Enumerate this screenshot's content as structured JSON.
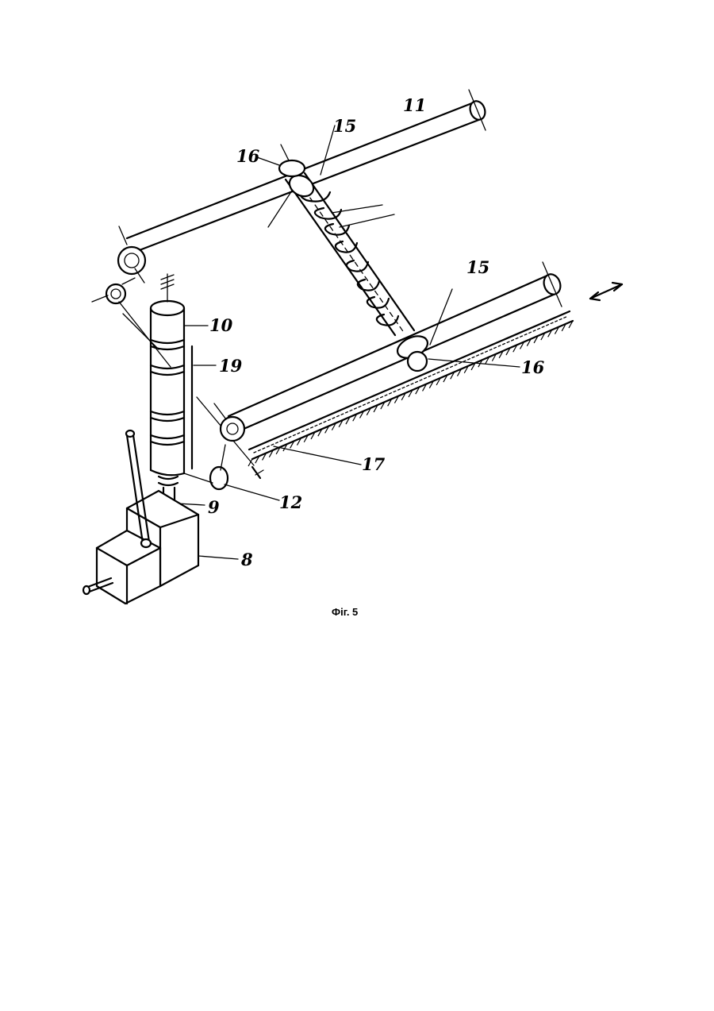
{
  "figure": {
    "caption": "Фіг. 5",
    "labels": {
      "l8": "8",
      "l9": "9",
      "l10": "10",
      "l11": "11",
      "l12": "12",
      "l15a": "15",
      "l15b": "15",
      "l16a": "16",
      "l16b": "16",
      "l17": "17",
      "l19": "19"
    }
  }
}
